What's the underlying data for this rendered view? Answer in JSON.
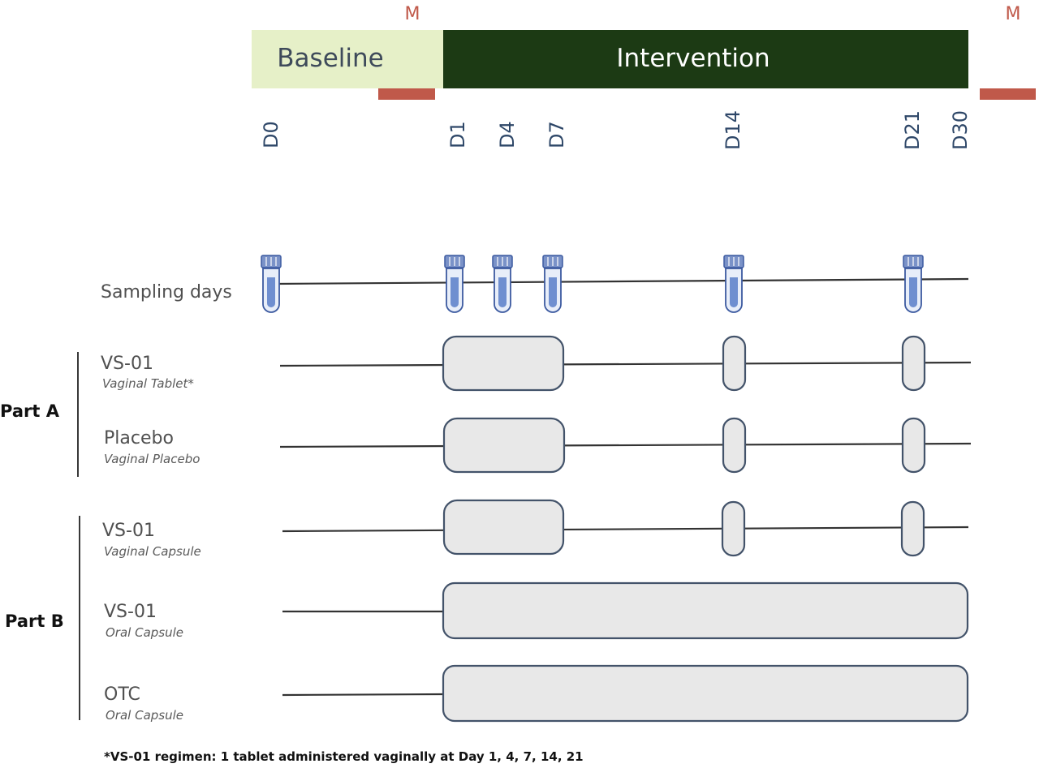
{
  "phases": [
    {
      "label": "Baseline",
      "fill": "#e6f0c8",
      "text_color": "#3e4a5a"
    },
    {
      "label": "Intervention",
      "fill": "#1c3a14",
      "text_color": "#ffffff"
    }
  ],
  "markers": [
    {
      "label": "M",
      "color": "#c0594a"
    },
    {
      "label": "M",
      "color": "#c0594a"
    }
  ],
  "day_labels": [
    "D0",
    "D1",
    "D4",
    "D7",
    "D14",
    "D21",
    "D30"
  ],
  "sampling": {
    "label": "Sampling days",
    "tube_days": [
      "D0",
      "D1",
      "D4",
      "D7",
      "D14",
      "D21"
    ]
  },
  "groups": [
    {
      "part": "Part A",
      "arms": [
        {
          "name": "VS-01",
          "sub": "Vaginal Tablet*",
          "regimen": "intermittent"
        },
        {
          "name": "Placebo",
          "sub": "Vaginal Placebo",
          "regimen": "intermittent"
        }
      ]
    },
    {
      "part": "Part B",
      "arms": [
        {
          "name": "VS-01",
          "sub": "Vaginal Capsule",
          "regimen": "intermittent"
        },
        {
          "name": "VS-01",
          "sub": "Oral Capsule",
          "regimen": "continuous"
        },
        {
          "name": "OTC",
          "sub": "Oral Capsule",
          "regimen": "continuous"
        }
      ]
    }
  ],
  "footnote": "*VS-01 regimen: 1 tablet administered vaginally at Day 1, 4, 7, 14, 21",
  "colors": {
    "marker": "#c0594a",
    "tube": "#6f8fd0",
    "box_fill": "#e8e8e8",
    "box_stroke": "#43536a"
  }
}
